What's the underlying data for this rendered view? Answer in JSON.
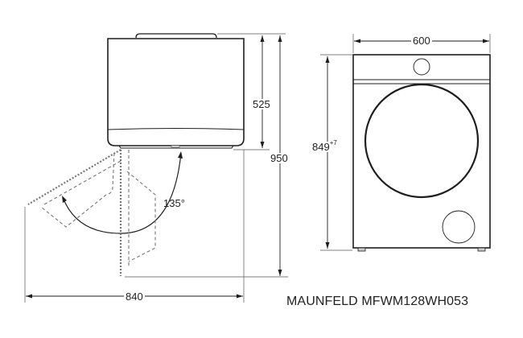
{
  "diagram": {
    "type": "dimensional-drawing",
    "subject": "front-load washing machine",
    "side_view": {
      "dimensions": {
        "top_to_door_bottom": "525",
        "total_height": "950",
        "depth_with_open_door": "840",
        "door_open_angle": "135°"
      }
    },
    "front_view": {
      "dimensions": {
        "width": "600",
        "height": "849",
        "height_tolerance": "+7"
      }
    },
    "caption": "MAUNFELD MFWM128WH053"
  },
  "colors": {
    "line": "#1e1e1e",
    "dashed": "#777777",
    "background": "#ffffff"
  }
}
